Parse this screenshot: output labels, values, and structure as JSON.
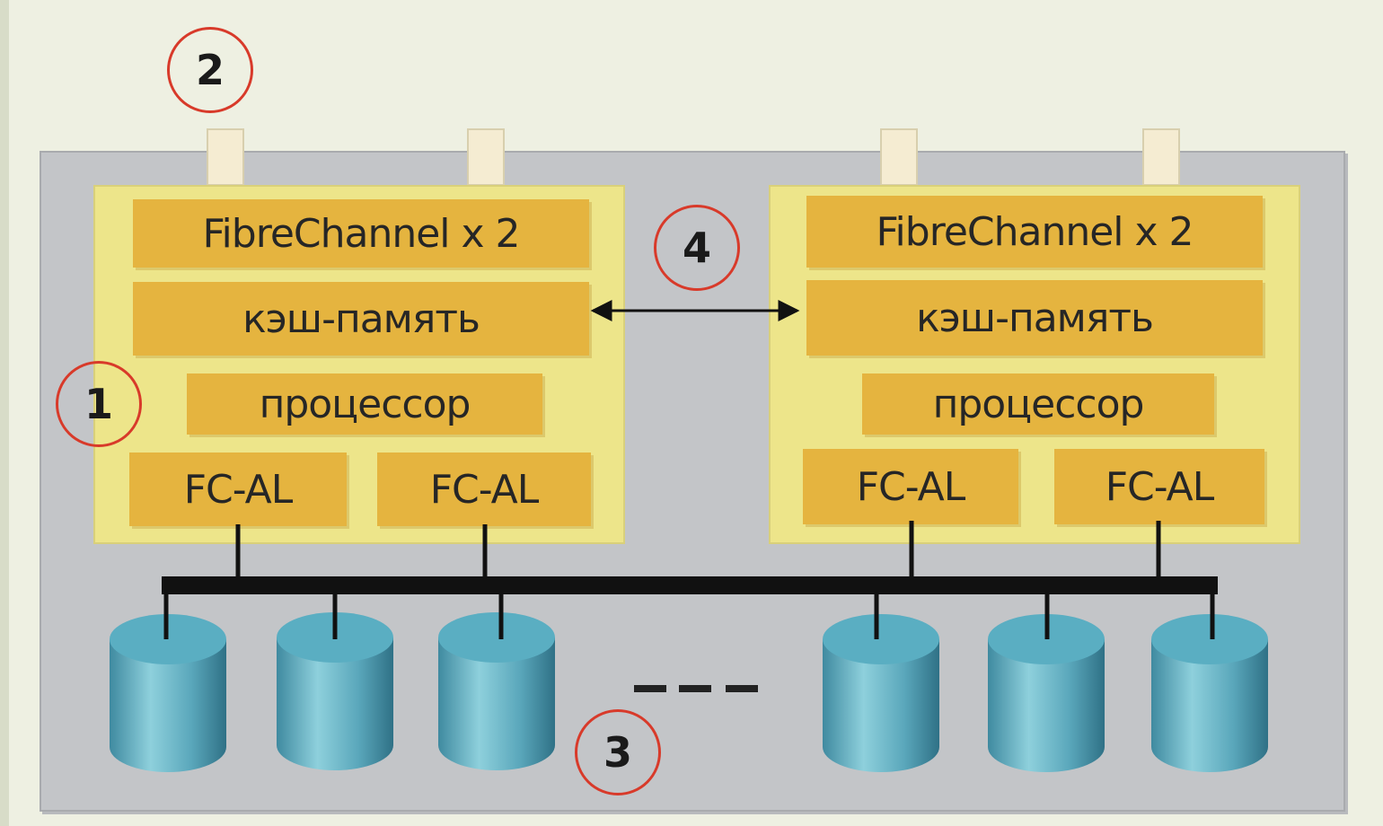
{
  "controllers": [
    {
      "fibre_channel": "FibreChannel x 2",
      "cache": "кэш-память",
      "processor": "процессор",
      "fcal": [
        "FC-AL",
        "FC-AL"
      ]
    },
    {
      "fibre_channel": "FibreChannel x 2",
      "cache": "кэш-память",
      "processor": "процессор",
      "fcal": [
        "FC-AL",
        "FC-AL"
      ]
    }
  ],
  "callouts": [
    "1",
    "2",
    "3",
    "4"
  ],
  "disk_count_visible": 6,
  "colors": {
    "chassis": "#c3c5c8",
    "controller": "#ede58a",
    "block": "#e5b43f",
    "disk": "#5fa9bd",
    "callout_ring": "#d83a2a"
  }
}
